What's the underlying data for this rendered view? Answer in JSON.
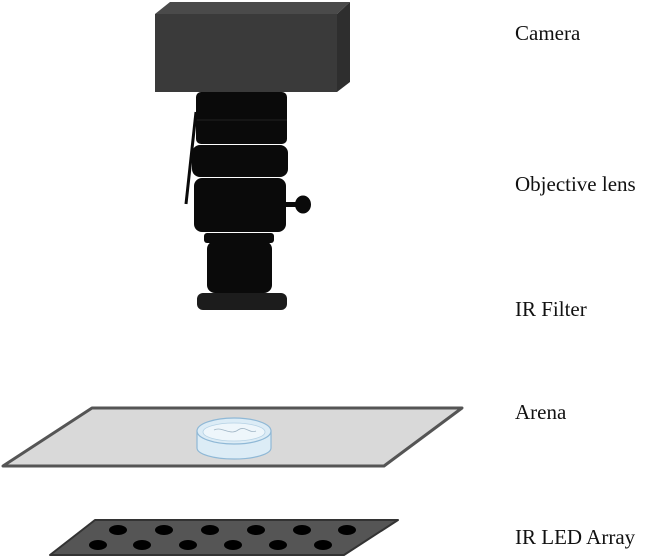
{
  "labels": {
    "camera": "Camera",
    "objective_lens": "Objective lens",
    "ir_filter": "IR Filter",
    "arena": "Arena",
    "ir_led_array": "IR LED Array"
  },
  "colors": {
    "camera_front": "#3a3a3a",
    "camera_top": "#4a4a4a",
    "camera_side": "#2e2e2e",
    "lens_body": "#0a0a0a",
    "filter": "#1c1c1c",
    "arena_fill": "#d9d9d9",
    "arena_stroke": "#555555",
    "dish_fill": "#dcecf6",
    "dish_stroke": "#8fb8d6",
    "led_board": "#555555",
    "led_board_stroke": "#333333",
    "led": "#000000"
  },
  "icons": {
    "camera": "camera-body",
    "lens": "objective-lens",
    "filter": "ir-filter-disc",
    "arena": "arena-plate",
    "dish": "petri-dish",
    "led_array": "led-array-board"
  }
}
